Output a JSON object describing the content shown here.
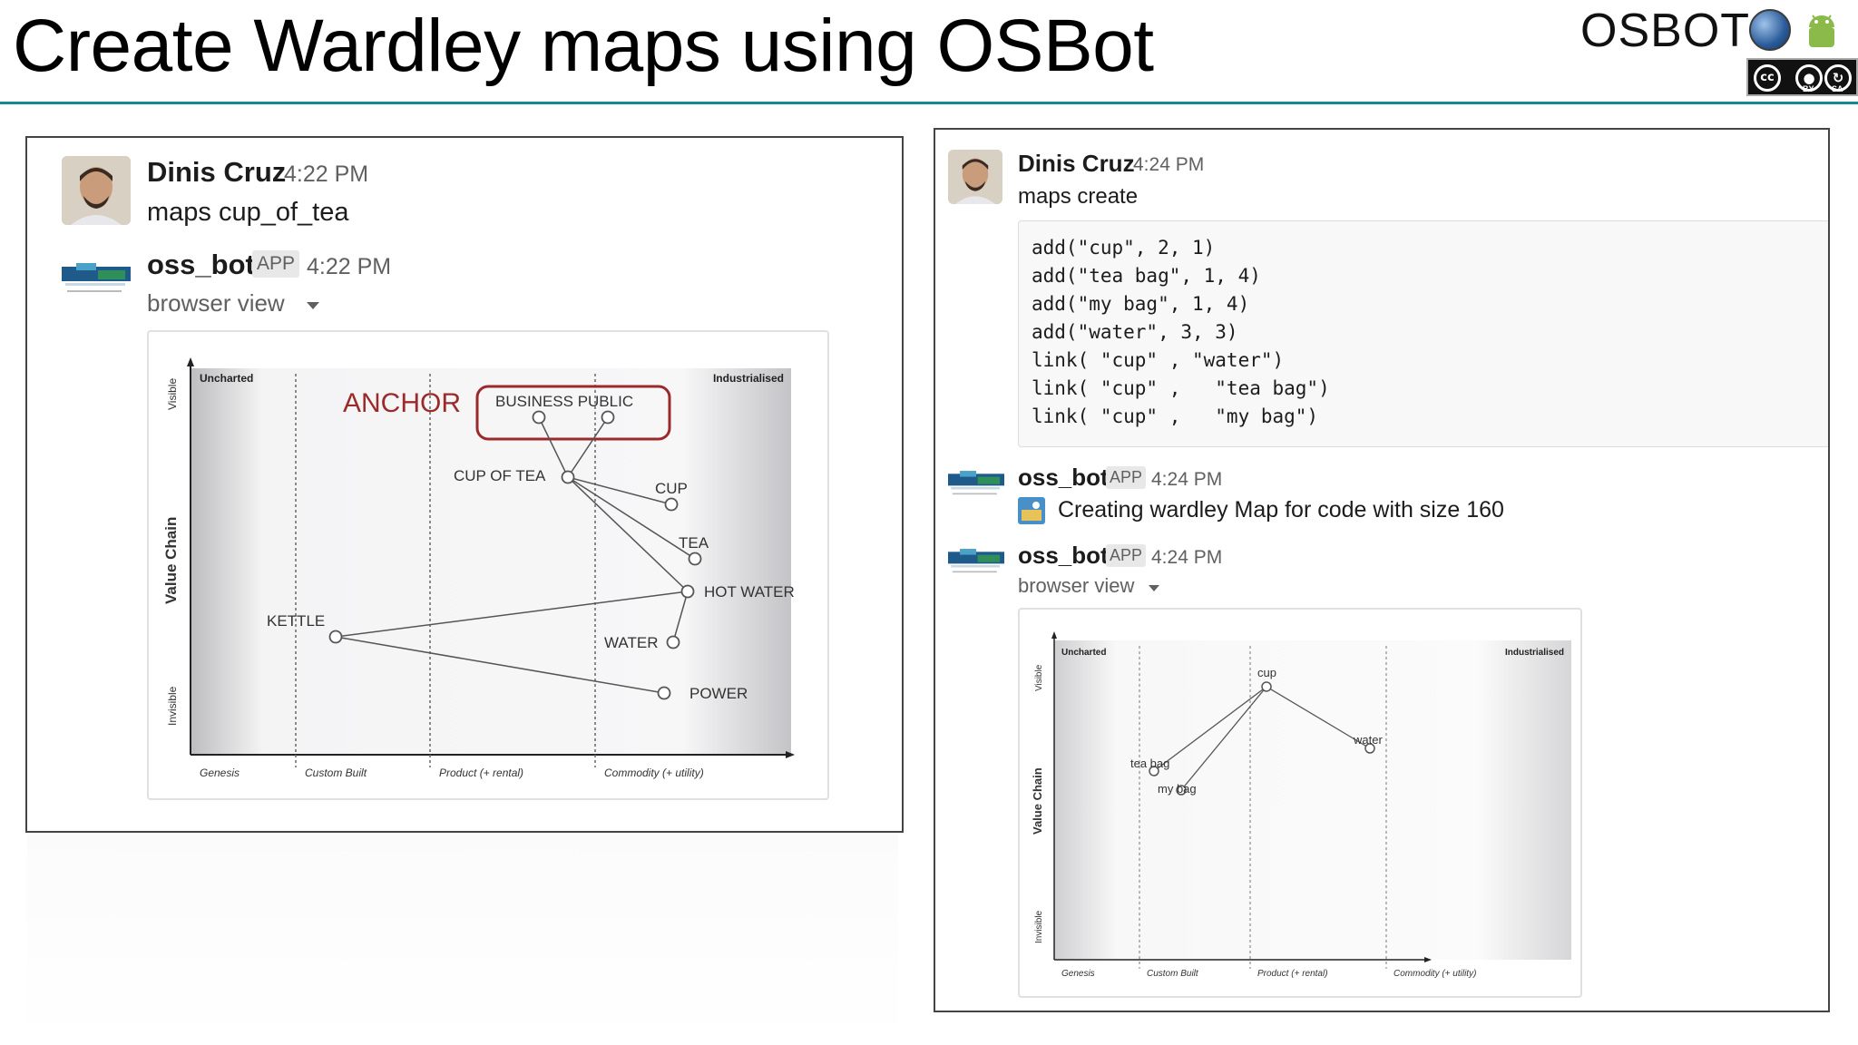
{
  "slide": {
    "title": "Create Wardley maps using OSBot",
    "brand": "OSBOT",
    "license": {
      "cc": "cc",
      "by": "BY",
      "sa": "SA"
    }
  },
  "left_panel": {
    "user_message": {
      "author": "Dinis Cruz",
      "time": "4:22 PM",
      "text": "maps cup_of_tea"
    },
    "bot_message": {
      "author": "oss_bot",
      "tag": "APP",
      "time": "4:22 PM",
      "attachment_label": "browser view"
    },
    "map": {
      "corner_left": "Uncharted",
      "corner_right": "Industrialised",
      "y_axis": "Value Chain",
      "y_top": "Visible",
      "y_bottom": "Invisible",
      "x_stages": [
        "Genesis",
        "Custom Built",
        "Product (+ rental)",
        "Commodity (+ utility)"
      ],
      "anchor_label": "ANCHOR",
      "anchor_box": "BUSINESS PUBLIC",
      "components": [
        "CUP OF TEA",
        "CUP",
        "TEA",
        "HOT WATER",
        "KETTLE",
        "WATER",
        "POWER"
      ]
    }
  },
  "right_panel": {
    "user_message": {
      "author": "Dinis Cruz",
      "time": "4:24 PM",
      "text": "maps create",
      "code": [
        "add(\"cup\", 2, 1)",
        "add(\"tea bag\", 1, 4)",
        "add(\"my bag\", 1, 4)",
        "add(\"water\", 3, 3)",
        "link( \"cup\" , \"water\")",
        "link( \"cup\" ,   \"tea bag\")",
        "link( \"cup\" ,   \"my bag\")"
      ]
    },
    "bot_message_1": {
      "author": "oss_bot",
      "tag": "APP",
      "time": "4:24 PM",
      "text": "Creating wardley Map for code with size 160"
    },
    "bot_message_2": {
      "author": "oss_bot",
      "tag": "APP",
      "time": "4:24 PM",
      "attachment_label": "browser view"
    },
    "map": {
      "corner_left": "Uncharted",
      "corner_right": "Industrialised",
      "y_axis": "Value Chain",
      "y_top": "Visible",
      "y_bottom": "Invisible",
      "x_stages": [
        "Genesis",
        "Custom Built",
        "Product (+ rental)",
        "Commodity (+ utility)"
      ],
      "components": [
        "cup",
        "tea bag",
        "my bag",
        "water"
      ]
    }
  },
  "colors": {
    "accent_rule": "#138a93",
    "anchor_red": "#9b2b2b"
  }
}
